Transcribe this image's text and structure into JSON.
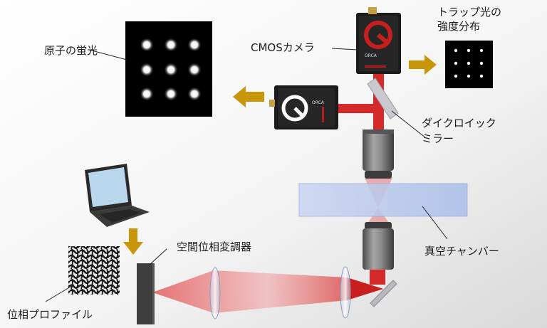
{
  "labels": {
    "atom_fluorescence": "原子の蛍光",
    "cmos_camera": "CMOSカメラ",
    "trap_light_intensity_line1": "トラップ光の",
    "trap_light_intensity_line2": "強度分布",
    "dichroic_mirror_line1": "ダイクロイック",
    "dichroic_mirror_line2": "ミラー",
    "vacuum_chamber": "真空チャンバー",
    "slm": "空間位相変調器",
    "phase_profile": "位相プロファイル"
  },
  "camera_text": {
    "brand_top": "ORCA",
    "brand_side": "ORCA"
  },
  "colors": {
    "laser_red": "#d42a2a",
    "arrow_gold": "#c8960a",
    "camera_body": "#1b1b1b",
    "chamber_blue": "#b9c9ec",
    "lens_gray": "#6b6b6b"
  },
  "icons": {
    "laptop": "laptop-icon",
    "arrows": "arrow-icon"
  }
}
